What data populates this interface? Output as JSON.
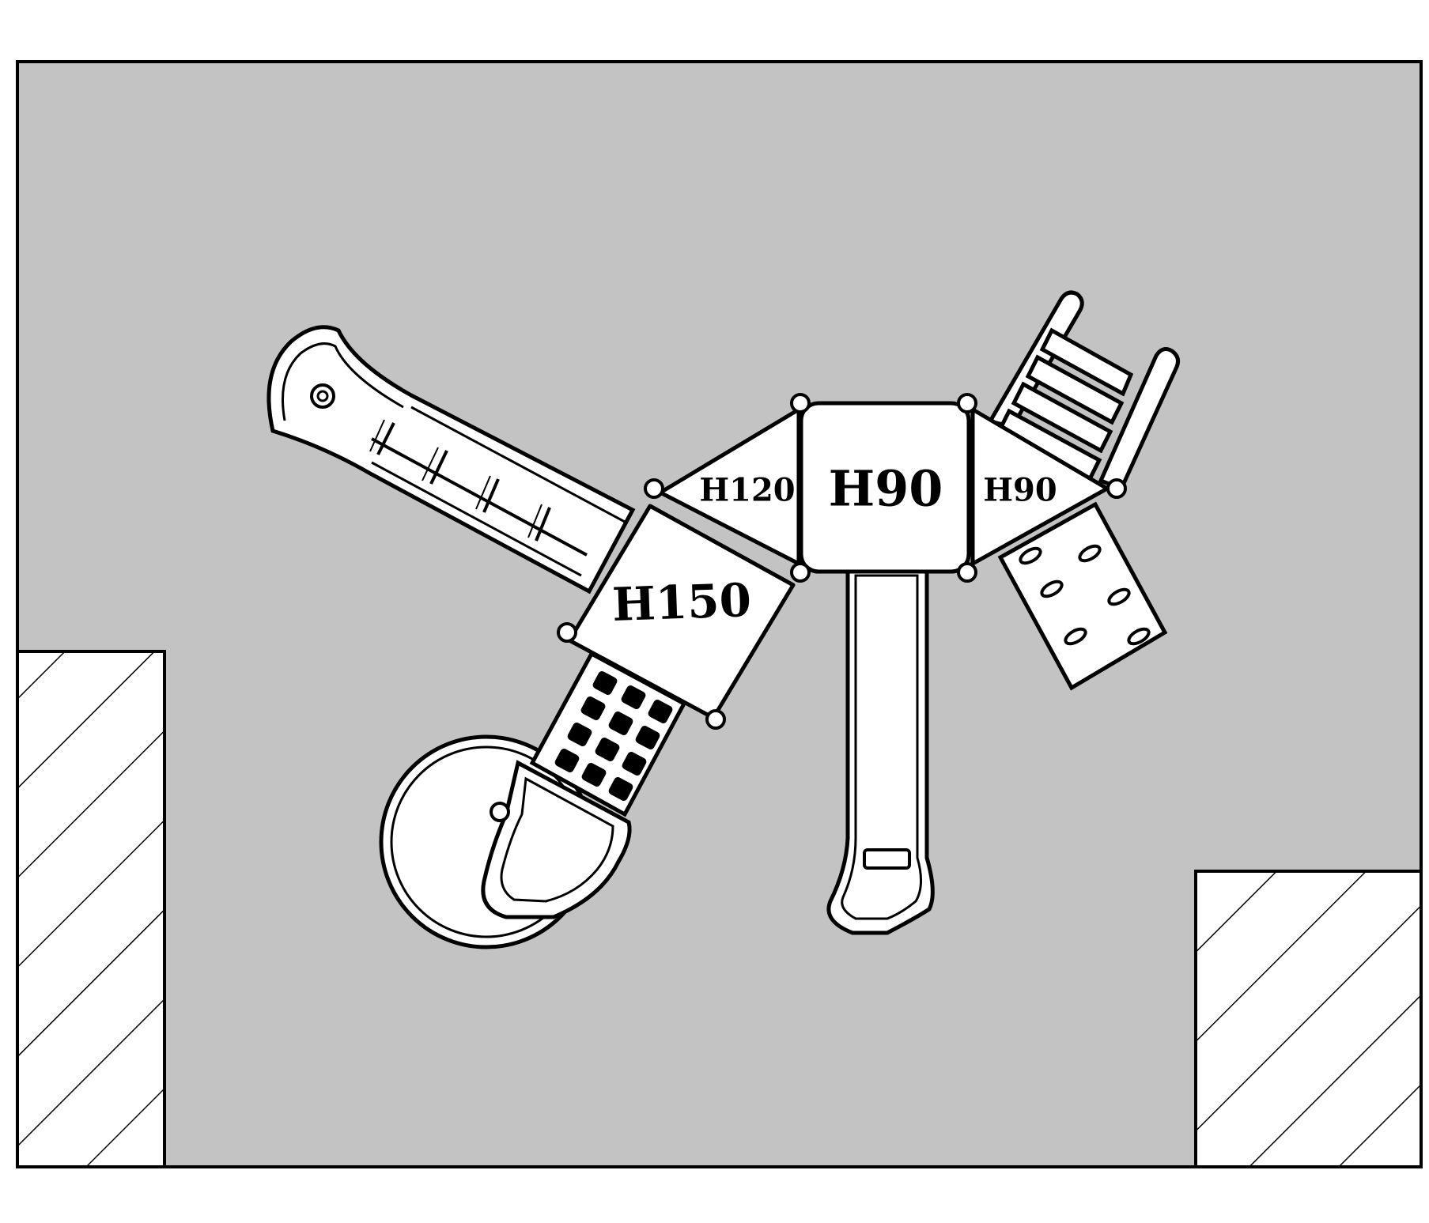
{
  "plan": {
    "colors": {
      "ground": "#c3c3c3",
      "line": "#000000",
      "equipment": "#ffffff",
      "grip": "#000000"
    },
    "decks": [
      {
        "id": "deck-h150",
        "label": "H150"
      },
      {
        "id": "deck-h120",
        "label": "H120"
      },
      {
        "id": "deck-h90-center",
        "label": "H90"
      },
      {
        "id": "deck-h90-right",
        "label": "H90"
      }
    ],
    "zones": [
      {
        "id": "left",
        "pattern": "diagonal-hatch"
      },
      {
        "id": "right",
        "pattern": "diagonal-hatch"
      }
    ],
    "components": [
      {
        "id": "tube-slide",
        "icon": "tube-slide-icon"
      },
      {
        "id": "spiral-slide",
        "icon": "spiral-slide-icon"
      },
      {
        "id": "straight-slide",
        "icon": "straight-slide-icon"
      },
      {
        "id": "ladder",
        "icon": "ladder-icon"
      },
      {
        "id": "climbing-wall",
        "icon": "climbing-wall-icon"
      },
      {
        "id": "rock-climber",
        "icon": "rock-climber-icon"
      }
    ]
  }
}
